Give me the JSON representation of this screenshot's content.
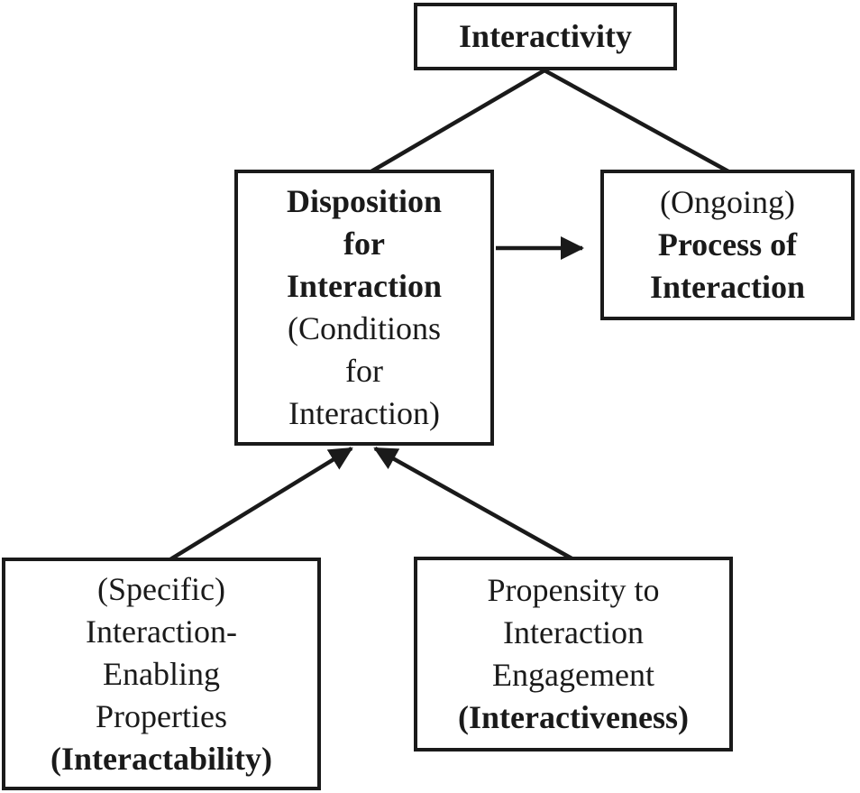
{
  "colors": {
    "background": "#ffffff",
    "line": "#1a1a1a",
    "text": "#1a1a1a",
    "node_fill": "#ffffff"
  },
  "nodes": {
    "interactivity": {
      "bold_text": "Interactivity"
    },
    "disposition": {
      "bold_text": "Disposition\nfor\nInteraction",
      "normal_text": "(Conditions\nfor\nInteraction)"
    },
    "process": {
      "normal_text": "(Ongoing)",
      "bold_text": "Process of\nInteraction"
    },
    "interactability": {
      "normal_text": "(Specific)\nInteraction-\nEnabling\nProperties",
      "bold_text": "(Interactability)"
    },
    "interactiveness": {
      "normal_text": "Propensity to\nInteraction\nEngagement",
      "bold_text": "(Interactiveness)"
    }
  },
  "edges": [
    {
      "from": "interactivity",
      "to": "disposition",
      "arrowhead": "none"
    },
    {
      "from": "interactivity",
      "to": "process",
      "arrowhead": "none"
    },
    {
      "from": "disposition",
      "to": "process",
      "arrowhead": "filled-triangle"
    },
    {
      "from": "interactability",
      "to": "disposition",
      "arrowhead": "filled-triangle"
    },
    {
      "from": "interactiveness",
      "to": "disposition",
      "arrowhead": "filled-triangle"
    }
  ]
}
